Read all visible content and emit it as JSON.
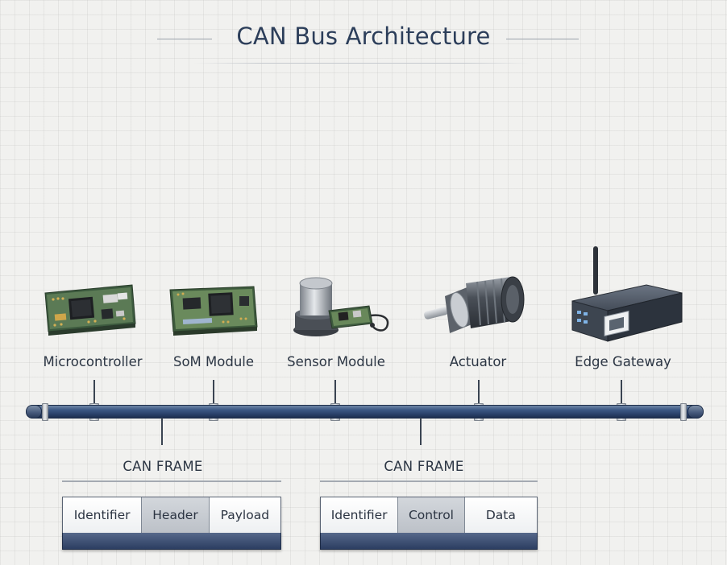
{
  "title": "CAN Bus Architecture",
  "devices": [
    {
      "label": "Microcontroller",
      "icon": "microcontroller-board-icon"
    },
    {
      "label": "SoM Module",
      "icon": "som-module-board-icon"
    },
    {
      "label": "Sensor Module",
      "icon": "sensor-module-icon"
    },
    {
      "label": "Actuator",
      "icon": "motor-actuator-icon"
    },
    {
      "label": "Edge Gateway",
      "icon": "router-gateway-icon"
    }
  ],
  "frames": [
    {
      "title": "CAN FRAME",
      "fields": [
        "Identifier",
        "Header",
        "Payload"
      ]
    },
    {
      "title": "CAN FRAME",
      "fields": [
        "Identifier",
        "Control",
        "Data"
      ]
    }
  ],
  "colors": {
    "bus": "#2a416a",
    "title": "#2c3e5a",
    "pcb": "#4f6a4c",
    "shaded_field": "#c6cad0"
  }
}
